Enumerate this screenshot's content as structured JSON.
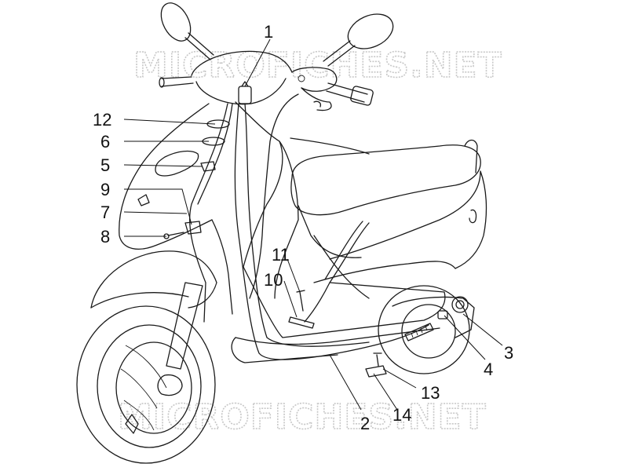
{
  "watermark": {
    "text": "MICROFICHES.NET"
  },
  "callouts": [
    {
      "id": "1",
      "label": "1"
    },
    {
      "id": "2",
      "label": "2"
    },
    {
      "id": "3",
      "label": "3"
    },
    {
      "id": "4",
      "label": "4"
    },
    {
      "id": "5",
      "label": "5"
    },
    {
      "id": "6",
      "label": "6"
    },
    {
      "id": "7",
      "label": "7"
    },
    {
      "id": "8",
      "label": "8"
    },
    {
      "id": "9",
      "label": "9"
    },
    {
      "id": "10",
      "label": "10"
    },
    {
      "id": "11",
      "label": "11"
    },
    {
      "id": "12",
      "label": "12"
    },
    {
      "id": "13",
      "label": "13"
    },
    {
      "id": "14",
      "label": "14"
    }
  ],
  "colors": {
    "line": "#1a1a1a",
    "watermark": "#c8c8c8",
    "background": "#ffffff"
  }
}
